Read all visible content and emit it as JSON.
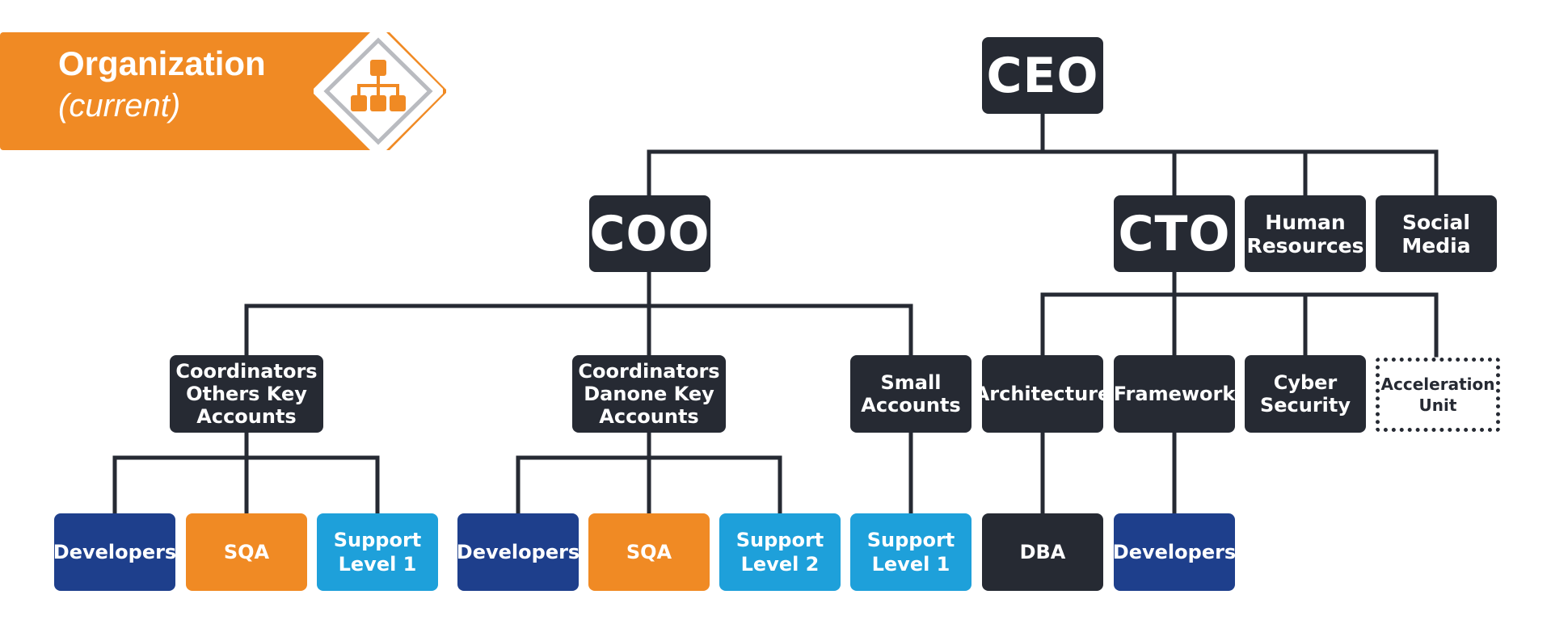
{
  "banner": {
    "title": "Organization",
    "subtitle": "(current)",
    "icon": "org-chart-icon",
    "color": "#F08A24"
  },
  "colors": {
    "dark": "#262A33",
    "navy": "#1E3F8C",
    "orange": "#F08A24",
    "sky": "#1EA0DA",
    "connector": "#262A33"
  },
  "chart": {
    "ceo": "CEO",
    "coo": "COO",
    "cto": "CTO",
    "human_resources": "Human\nResources",
    "social_media": "Social\nMedia",
    "coord_others": "Coordinators\nOthers Key\nAccounts",
    "coord_danone": "Coordinators\nDanone Key\nAccounts",
    "small_accounts": "Small\nAccounts",
    "architecture": "Architecture",
    "framework": "Framework",
    "cyber_security": "Cyber\nSecurity",
    "acceleration_unit": "Acceleration\nUnit",
    "others_developers": "Developers",
    "others_sqa": "SQA",
    "others_support": "Support\nLevel 1",
    "danone_developers": "Developers",
    "danone_sqa": "SQA",
    "danone_support": "Support\nLevel 2",
    "small_support": "Support\nLevel 1",
    "dba": "DBA",
    "framework_developers": "Developers"
  }
}
